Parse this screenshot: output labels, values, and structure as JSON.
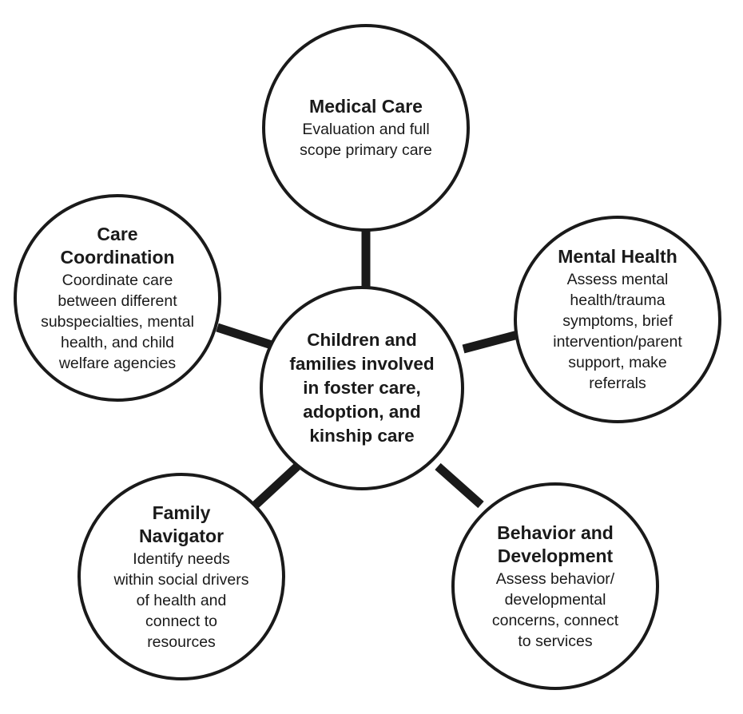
{
  "center": {
    "text": "Children and\nfamilies involved\nin foster care,\nadoption, and\nkinship care"
  },
  "nodes": {
    "medical_care": {
      "title": "Medical Care",
      "description": "Evaluation and full\nscope primary care"
    },
    "care_coordination": {
      "title": "Care\nCoordination",
      "description": "Coordinate care\nbetween different\nsubspecialties, mental\nhealth, and child\nwelfare agencies"
    },
    "mental_health": {
      "title": "Mental Health",
      "description": "Assess mental\nhealth/trauma\nsymptoms, brief\nintervention/parent\nsupport, make\nreferrals"
    },
    "family_navigator": {
      "title": "Family\nNavigator",
      "description": "Identify needs\nwithin social drivers\nof health and\nconnect to\nresources"
    },
    "behavior_development": {
      "title": "Behavior and\nDevelopment",
      "description": "Assess behavior/\ndevelopmental\nconcerns, connect\nto services"
    }
  }
}
